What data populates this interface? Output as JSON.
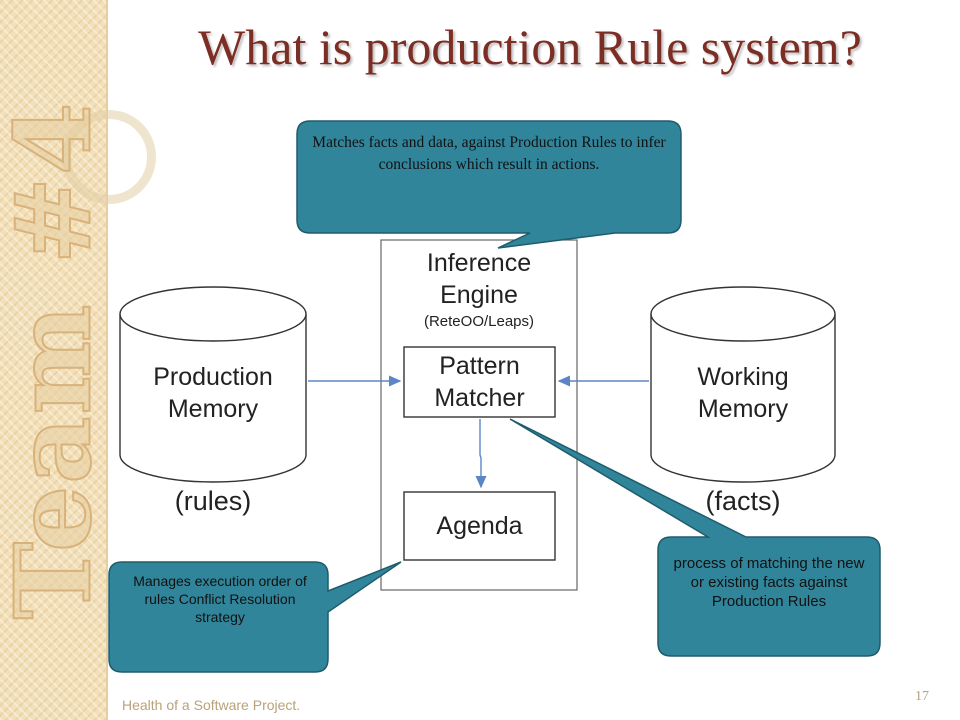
{
  "slide": {
    "title": "What is production Rule system?",
    "footer": "Health of a Software Project.",
    "page_number": "17",
    "sidebar_watermark": "Team #4"
  },
  "diagram": {
    "inference_engine": {
      "title_line1": "Inference",
      "title_line2": "Engine",
      "subtitle": "(ReteOO/Leaps)"
    },
    "pattern_matcher": {
      "line1": "Pattern",
      "line2": "Matcher"
    },
    "agenda": {
      "label": "Agenda"
    },
    "production_memory": {
      "line1": "Production",
      "line2": "Memory",
      "caption": "(rules)"
    },
    "working_memory": {
      "line1": "Working",
      "line2": "Memory",
      "caption": "(facts)"
    }
  },
  "callouts": {
    "top": "Matches facts and data, against Production Rules to infer conclusions which result in actions.",
    "bottom_left": "Manages execution order of rules Conflict Resolution strategy",
    "bottom_right": "process of matching the new or existing facts against Production Rules"
  },
  "colors": {
    "title": "#7d2e24",
    "callout_fill": "#31859b",
    "callout_border": "#1e5c6c",
    "arrow": "#5b86c5",
    "sidebar": "#f3e0b8"
  }
}
